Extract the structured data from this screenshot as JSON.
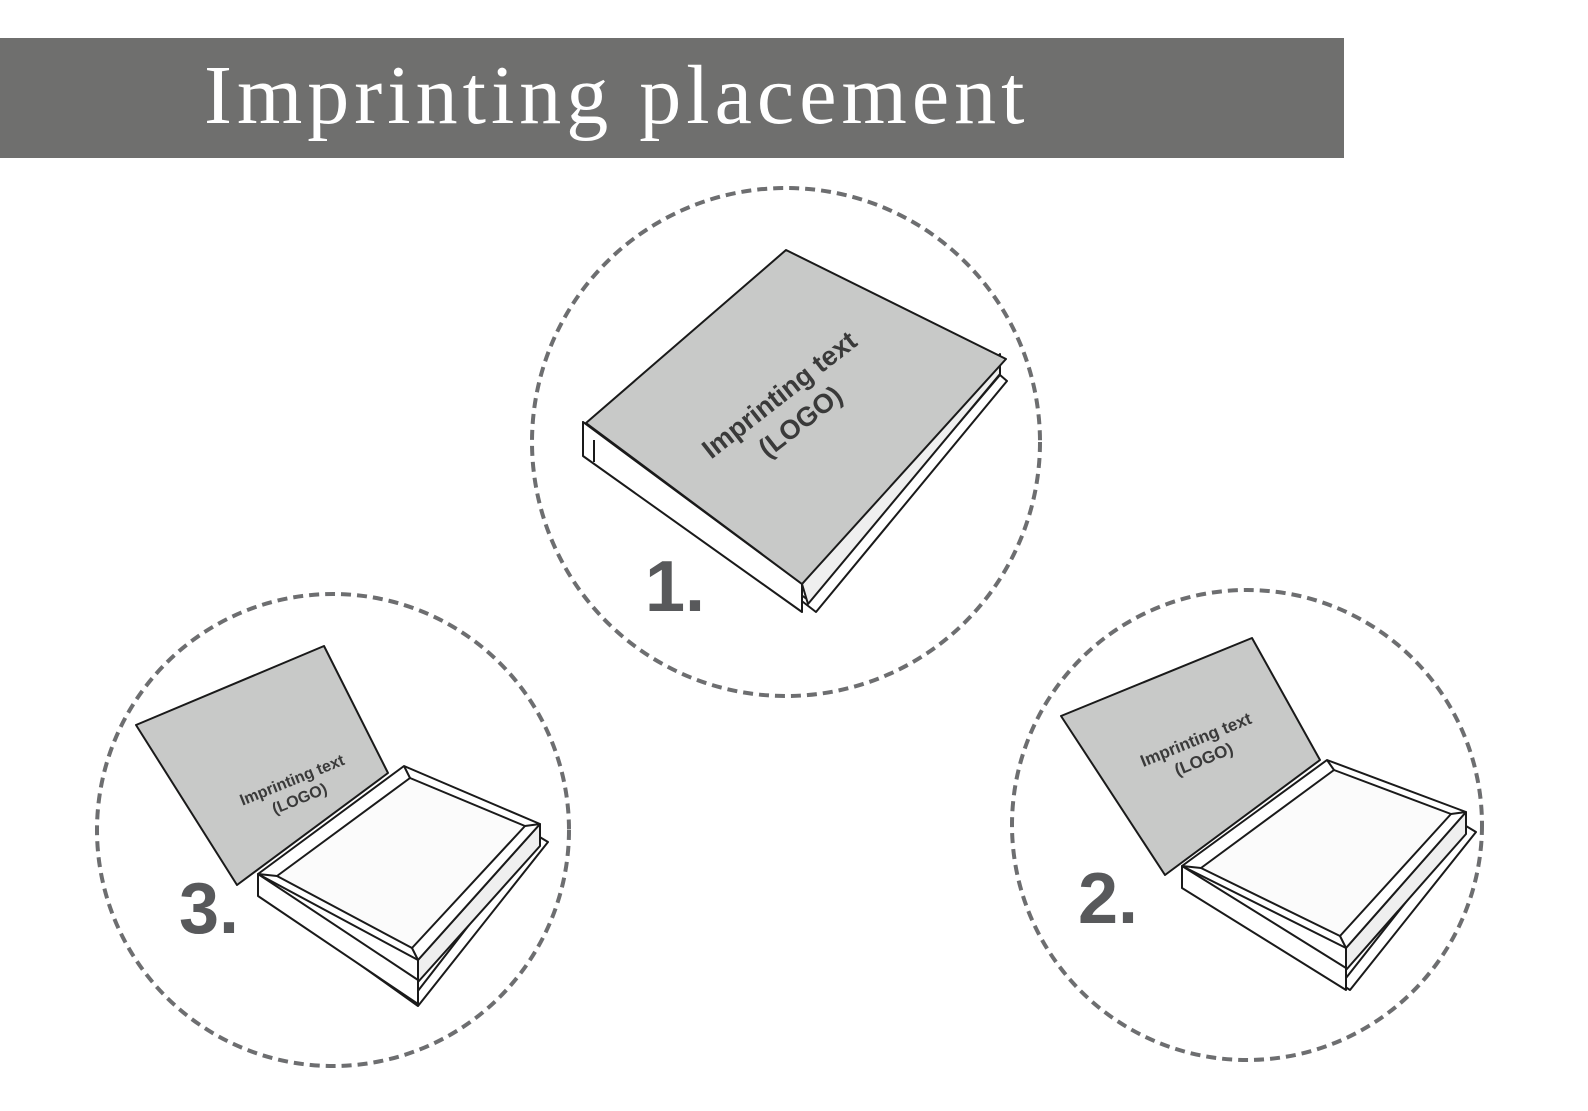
{
  "title": "Imprinting placement",
  "placements": [
    {
      "number": "1.",
      "line1": "Imprinting text",
      "line2": "(LOGO)"
    },
    {
      "number": "2.",
      "line1": "Imprinting text",
      "line2": "(LOGO)"
    },
    {
      "number": "3.",
      "line1": "Imprinting text",
      "line2": "(LOGO)"
    }
  ],
  "colors": {
    "banner": "#6f6f6e",
    "lid": "#c8c9c8",
    "dashed_circle": "#6d6e70",
    "number": "#58595b"
  }
}
